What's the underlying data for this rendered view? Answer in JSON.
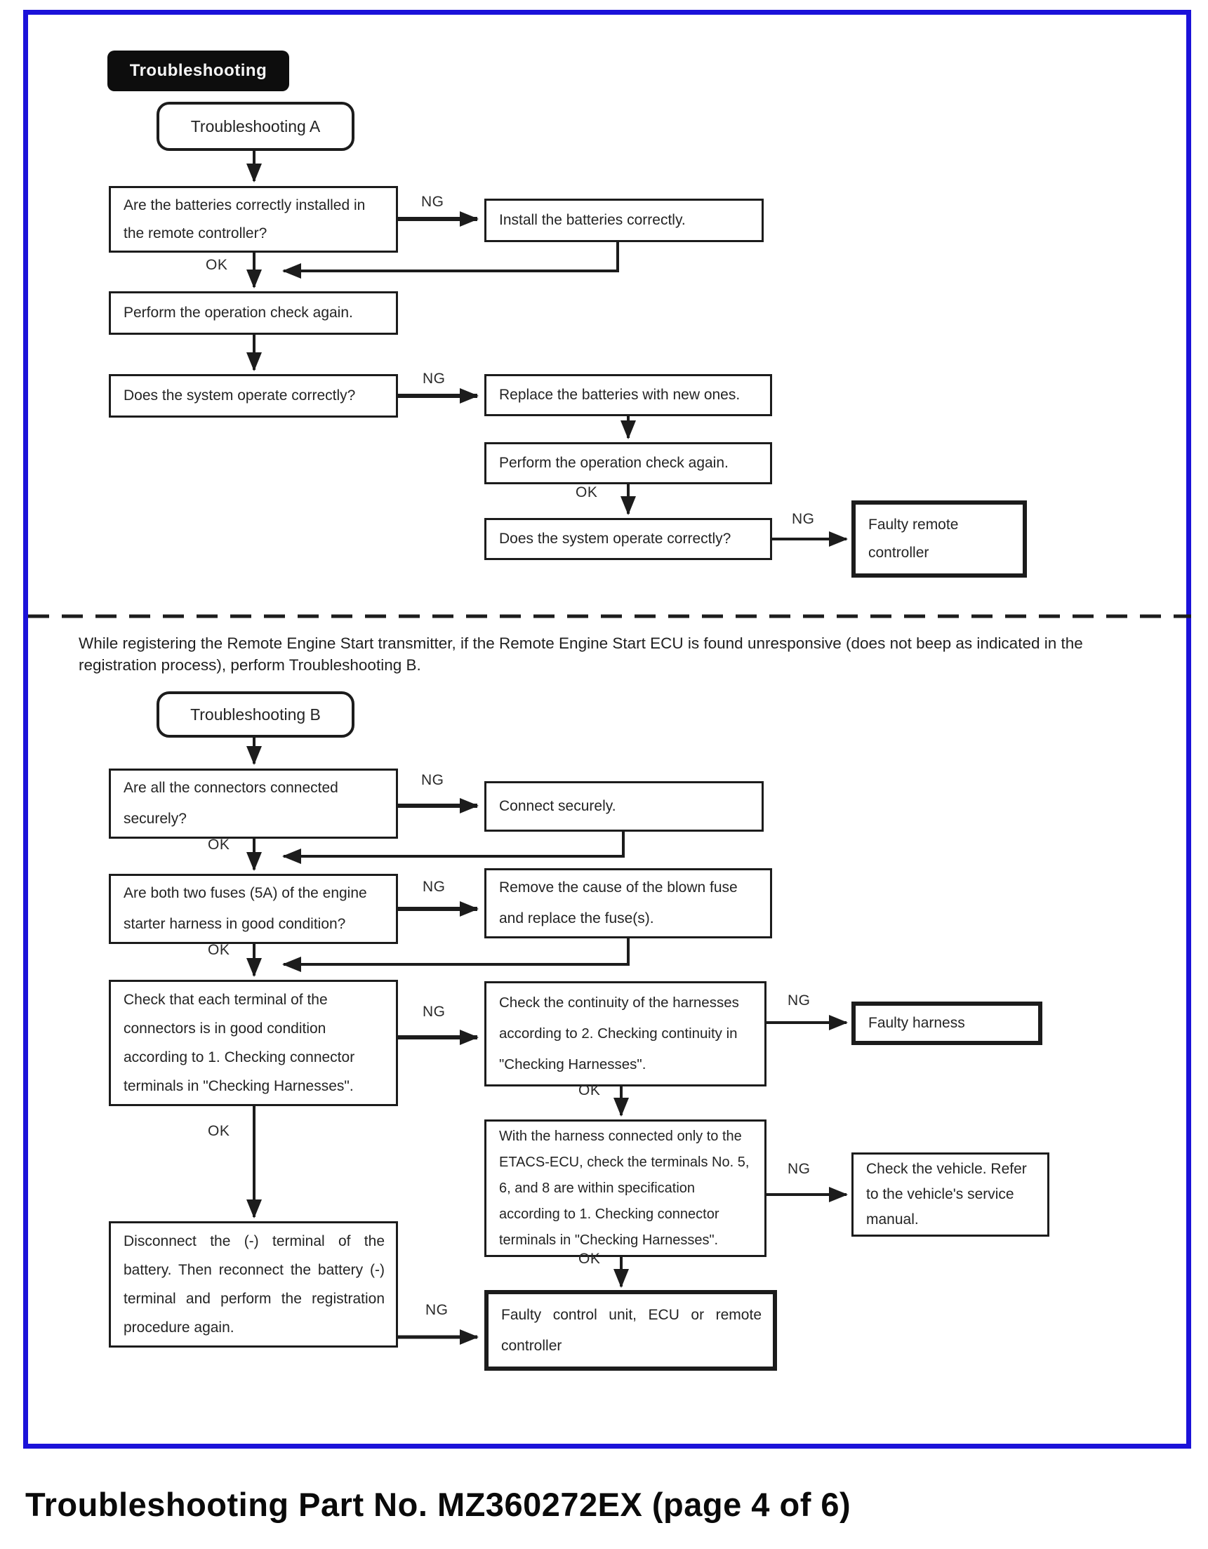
{
  "header": {
    "badge": "Troubleshooting"
  },
  "labels": {
    "ng": "NG",
    "ok": "OK"
  },
  "section_a": {
    "start": "Troubleshooting A",
    "q_batteries_installed": "Are the batteries correctly installed in the remote controller?",
    "install_correctly": "Install the batteries correctly.",
    "perform_check_1": "Perform the operation check again.",
    "q_system_operate_1": "Does the system operate correctly?",
    "replace_batteries": "Replace the batteries with new ones.",
    "perform_check_2": "Perform the operation check again.",
    "q_system_operate_2": "Does the system operate correctly?",
    "faulty_remote": "Faulty remote controller"
  },
  "divider": {
    "note": "While registering the Remote Engine Start transmitter, if the Remote Engine Start ECU is found unresponsive (does not beep as indicated in the registration process), perform Troubleshooting B."
  },
  "section_b": {
    "start": "Troubleshooting B",
    "q_connectors": "Are all the connectors connected securely?",
    "connect_securely": "Connect securely.",
    "q_fuses": "Are both two fuses (5A) of the engine starter harness in good condition?",
    "remove_blown_fuse": "Remove the cause of the blown fuse and replace the fuse(s).",
    "check_terminals": "Check that each terminal of the connectors is in good condition according to 1. Checking connector terminals in \"Checking Harnesses\".",
    "check_continuity": "Check the continuity of the harnesses according to 2. Checking continuity in \"Checking Harnesses\".",
    "faulty_harness": "Faulty harness",
    "check_etacs": "With the harness connected only to the ETACS-ECU, check the terminals No. 5, 6, and 8 are within specification according to 1. Checking connector terminals in \"Checking Harnesses\".",
    "check_vehicle": "Check the vehicle. Refer to the vehicle's service manual.",
    "disconnect_battery": "Disconnect the (-) terminal of the battery. Then reconnect the battery (-) terminal and perform the registration procedure again.",
    "faulty_control": "Faulty control unit, ECU or remote controller"
  },
  "footer": {
    "caption": "Troubleshooting Part No. MZ360272EX (page 4 of 6)"
  }
}
